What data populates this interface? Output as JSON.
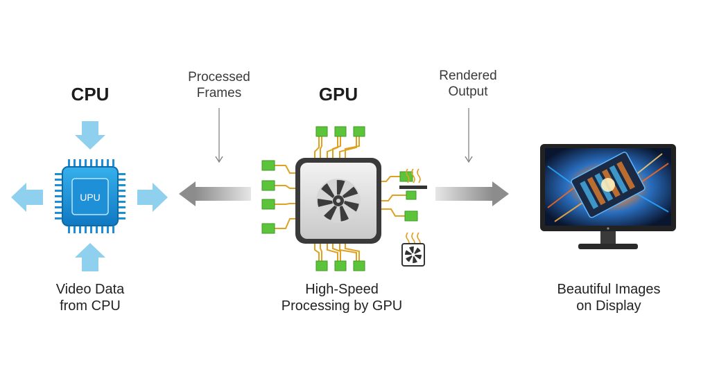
{
  "cpu": {
    "title": "CPU",
    "chip_label": "UPU",
    "caption_line1": "Video Data",
    "caption_line2": "from CPU"
  },
  "gpu": {
    "title": "GPU",
    "caption_line1": "High-Speed",
    "caption_line2": "Processing by GPU"
  },
  "display": {
    "caption_line1": "Beautiful Images",
    "caption_line2": "on Display"
  },
  "notes": {
    "processed_line1": "Processed",
    "processed_line2": "Frames",
    "rendered_line1": "Rendered",
    "rendered_line2": "Output"
  },
  "colors": {
    "cpu_blue": "#1a8fd6",
    "arrow_light_blue": "#8fd0ee",
    "gpu_pad_green": "#5cc43b",
    "gpu_trace_orange": "#e0a020",
    "gray_arrow": "#9a9a9a"
  },
  "icons": [
    "cpu-chip-icon",
    "gpu-chip-icon",
    "fan-icon",
    "heat-wave-icon",
    "monitor-icon"
  ]
}
